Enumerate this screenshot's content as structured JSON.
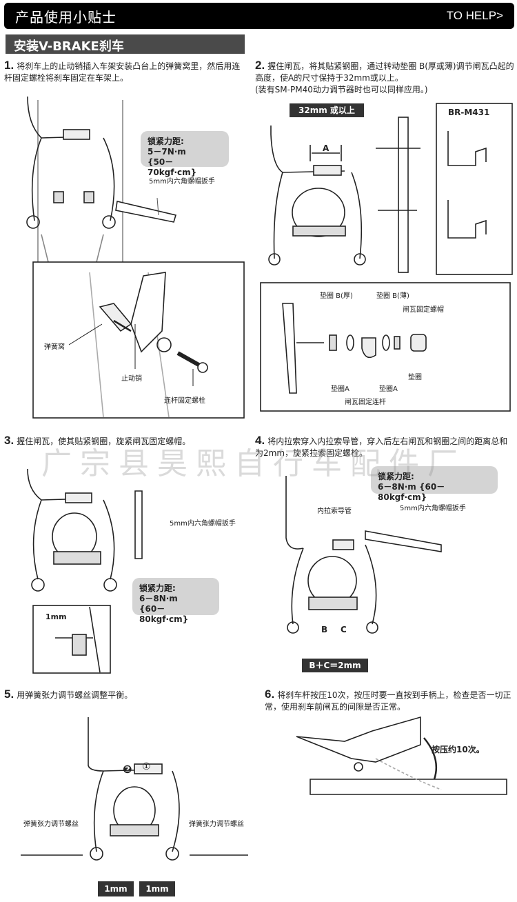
{
  "header": {
    "title": "产品使用小贴士",
    "help": "TO HELP>"
  },
  "section": {
    "title": "安装V-BRAKE刹车"
  },
  "steps": {
    "s1": {
      "num": "1.",
      "text": "将刹车上的止动销插入车架安装凸台上的弹簧窝里，然后用连杆固定螺栓将刹车固定在车架上。"
    },
    "s2": {
      "num": "2.",
      "text": "握住闸瓦，将其贴紧钢圈，通过转动垫圈 B(厚或薄)调节闸瓦凸起的高度，使A的尺寸保持于32mm或以上。",
      "note": "(装有SM-PM40动力调节器时也可以同样应用。)"
    },
    "s3": {
      "num": "3.",
      "text": "握住闸瓦，使其贴紧钢圈，旋紧闸瓦固定螺帽。"
    },
    "s4": {
      "num": "4.",
      "text": "将内拉索穿入内拉索导管，穿入后左右闸瓦和钢圈之间的距离总和为2mm，旋紧拉索固定螺栓。"
    },
    "s5": {
      "num": "5.",
      "text": "用弹簧张力调节螺丝调整平衡。"
    },
    "s6": {
      "num": "6.",
      "text": "将刹车杆按压10次，按压时要一直按到手柄上，检查是否一切正常，使用刹车前闸瓦的间隙是否正常。"
    }
  },
  "callouts": {
    "torque1": {
      "title": "锁紧力距:",
      "line1": "5－7N·m",
      "line2": "{50－70kgf·cm}"
    },
    "torque3": {
      "title": "锁紧力距:",
      "line1": "6－8N·m",
      "line2": "{60－80kgf·cm}"
    },
    "torque4": {
      "title": "锁紧力距:",
      "line1": "6－8N·m {60－80kgf·cm}"
    }
  },
  "labels": {
    "hex5mm": "5mm内六角螺帽扳手",
    "springSocket": "弹簧窝",
    "stopPin": "止动销",
    "linkBolt": "连杆固定螺栓",
    "dim32": "32mm 或以上",
    "dimA": "A",
    "model": "BR-M431",
    "washerBThick": "垫圈 B(厚)",
    "washerBThin": "垫圈 B(薄)",
    "padNut": "闸瓦固定螺帽",
    "washer": "垫圈",
    "washerA1": "垫圈A",
    "washerA2": "垫圈A",
    "padRod": "闸瓦固定连杆",
    "gap1mm": "1mm",
    "cableGuide": "内拉索导管",
    "hex5mm2": "5mm内六角螺帽扳手",
    "hex5mm3": "5mm内六角螺帽扳手",
    "dimB": "B",
    "dimC": "C",
    "bc2mm": "B＋C＝2mm",
    "springScrewL": "弹簧张力调节螺丝",
    "springScrewR": "弹簧张力调节螺丝",
    "gapL": "1mm",
    "gapR": "1mm",
    "press10": "按压约10次。",
    "circ1": "①",
    "circ2": "❷"
  },
  "watermark": "广宗县昊熙自行车配件厂"
}
